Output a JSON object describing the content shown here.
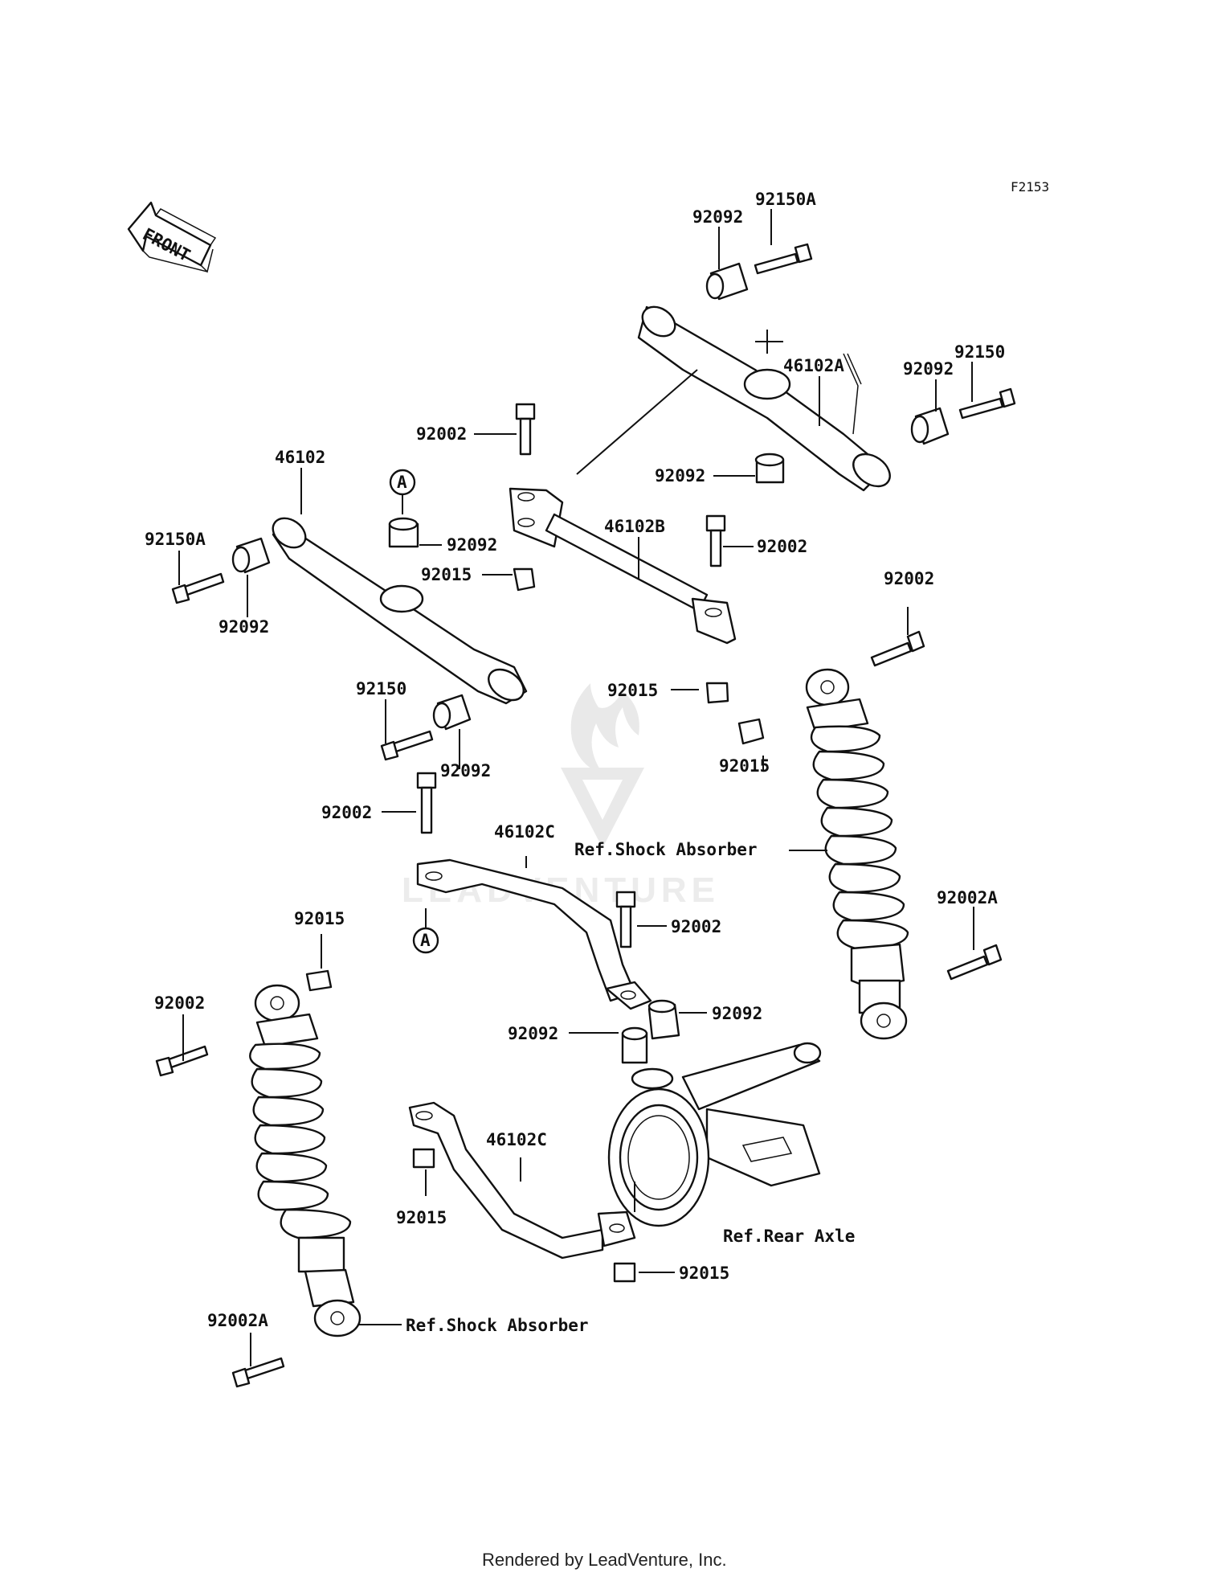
{
  "diagram_code": "F2153",
  "front_arrow": {
    "text": "FRONT",
    "icon": "front-direction-arrow-icon"
  },
  "callouts": {
    "a1": "92150A",
    "a2": "92092",
    "a3": "46102A",
    "a4": "92150",
    "a5": "92092",
    "a6": "92092",
    "b1": "92002",
    "b2": "46102",
    "b3": "92092",
    "b4": "92015",
    "b5": "46102B",
    "b6": "92002",
    "b7": "92150A",
    "b8": "92092",
    "b9": "92015",
    "b10": "92002",
    "c1": "92150",
    "c2": "92092",
    "c3": "92015",
    "d1": "92002",
    "d2": "46102C",
    "d3": "Ref.Shock Absorber",
    "d4": "92002A",
    "e1": "92015",
    "e2": "92002",
    "e3": "92002",
    "e4": "92092",
    "e5": "92092",
    "f1": "46102C",
    "f2": "92015",
    "f3": "Ref.Rear Axle",
    "f4": "92015",
    "g1": "92002A",
    "g2": "Ref.Shock Absorber",
    "ref_a_top": "A",
    "ref_a_bottom": "A"
  },
  "watermark": "LEADVENTURE",
  "footer": "Rendered by LeadVenture, Inc."
}
